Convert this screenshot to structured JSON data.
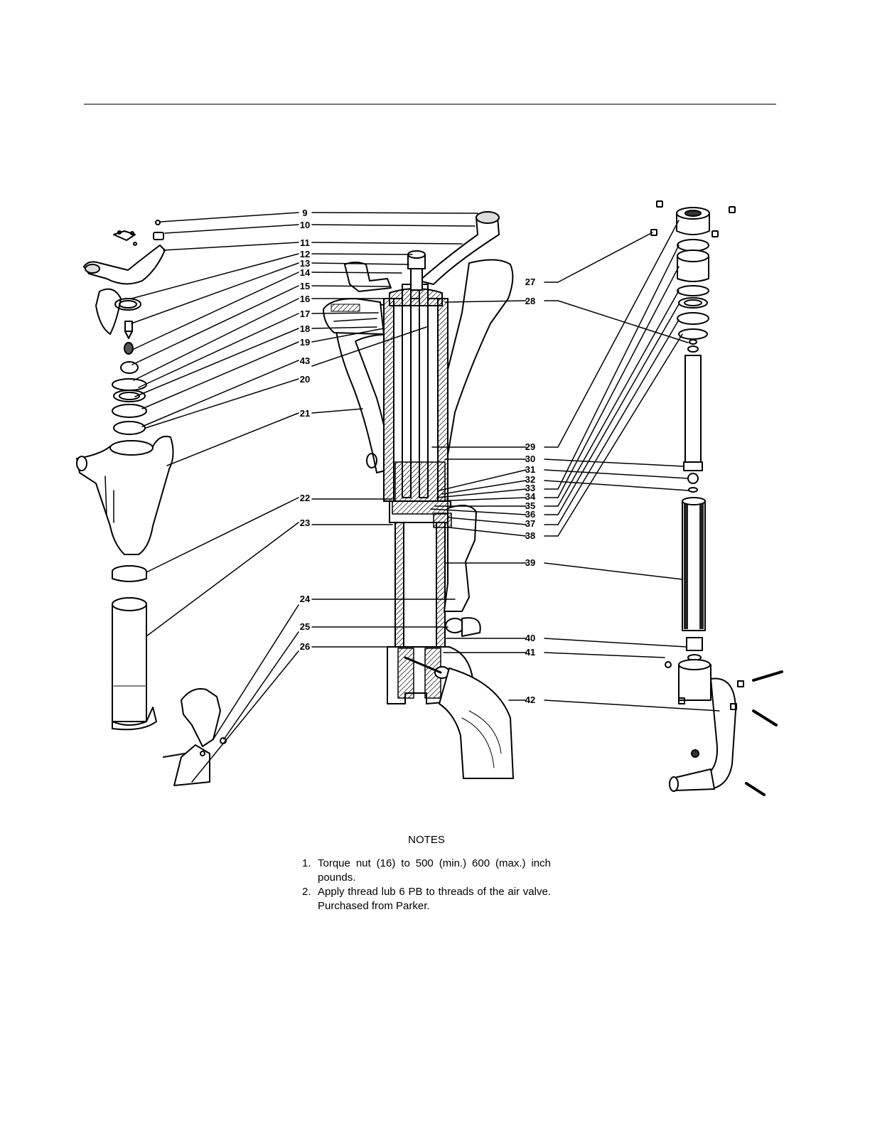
{
  "diagram": {
    "callouts": [
      "9",
      "10",
      "11",
      "12",
      "13",
      "14",
      "15",
      "16",
      "17",
      "18",
      "19",
      "43",
      "20",
      "21",
      "22",
      "23",
      "24",
      "25",
      "26",
      "27",
      "28",
      "29",
      "30",
      "31",
      "32",
      "33",
      "34",
      "35",
      "36",
      "37",
      "38",
      "39",
      "40",
      "41",
      "42"
    ]
  },
  "notes": {
    "title": "NOTES",
    "items": [
      {
        "num": "1.",
        "text": "Torque nut (16) to 500 (min.) 600 (max.) inch pounds."
      },
      {
        "num": "2.",
        "text": "Apply thread lub 6 PB to threads of the air valve.  Purchased from Parker."
      }
    ]
  }
}
